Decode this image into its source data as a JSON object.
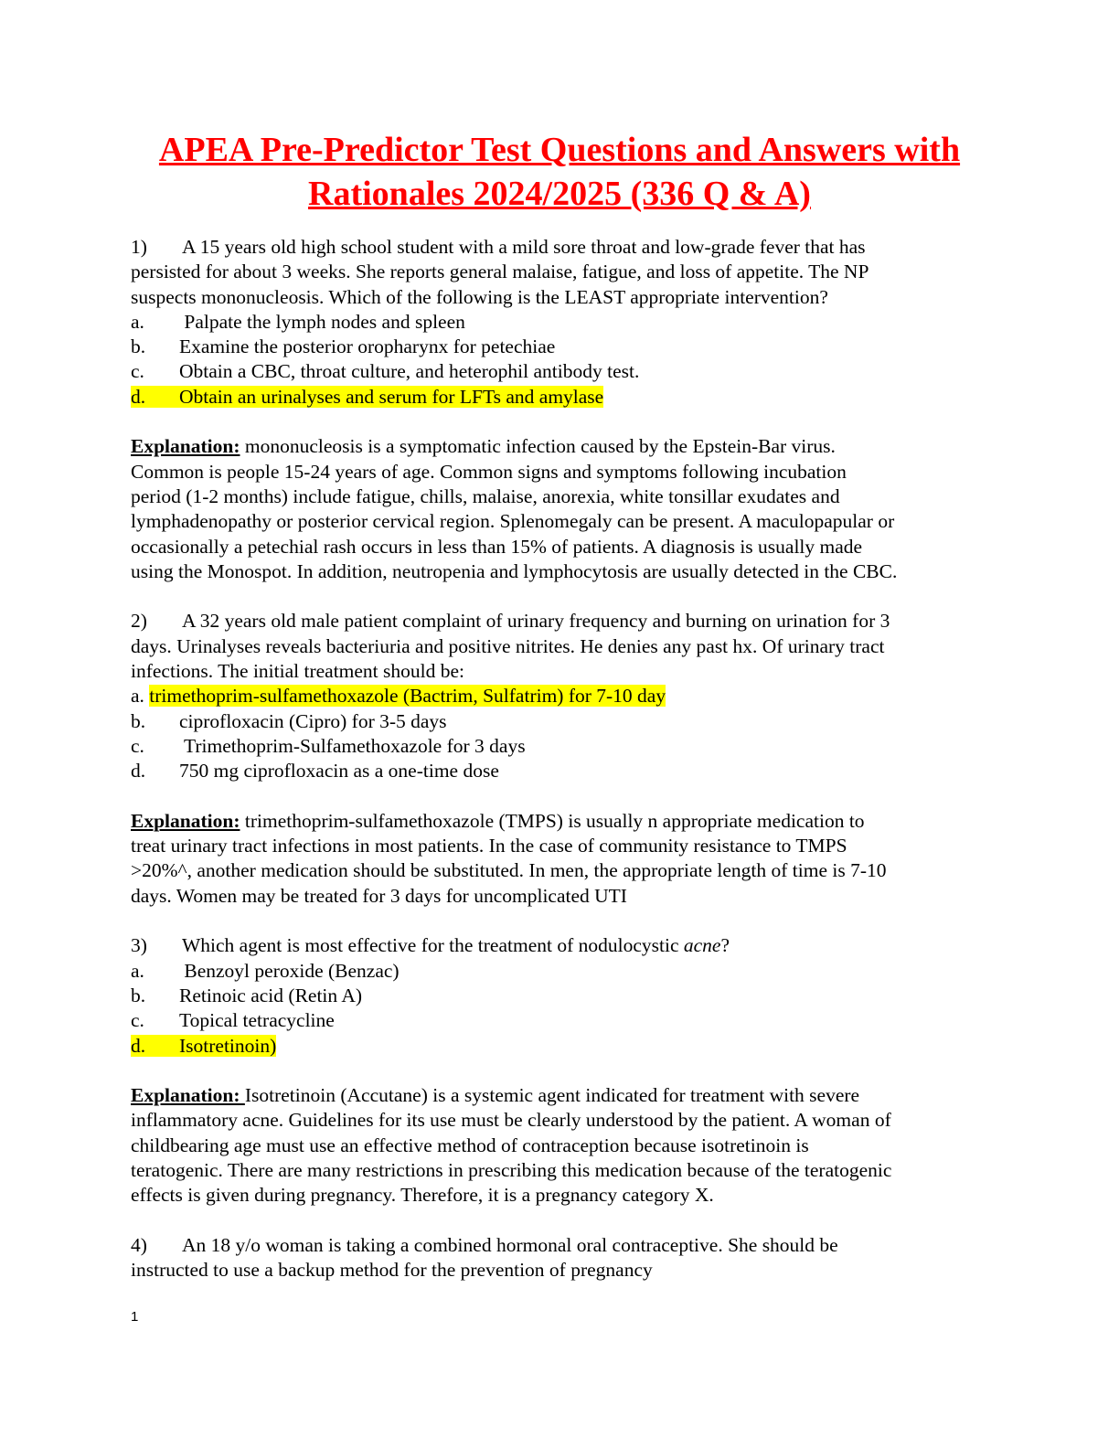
{
  "document": {
    "title_line1": "APEA Pre-Predictor Test Questions and Answers with ",
    "title_line2": "Rationales 2024/2025 (336 Q & A)",
    "page_number": "1"
  },
  "explanation_label": "Explanation:",
  "q1": {
    "number": "1)",
    "lines": [
      "A 15 years old high school student with a mild sore throat and low-grade fever that has",
      "persisted for about 3 weeks. She reports general malaise, fatigue, and loss of appetite. The NP",
      "suspects mononucleosis. Which of the following is the LEAST appropriate intervention?"
    ],
    "options": [
      {
        "letter": "a.",
        "text": " Palpate the lymph nodes and spleen"
      },
      {
        "letter": "b.",
        "text": "Examine the posterior oropharynx for petechiae"
      },
      {
        "letter": "c.",
        "text": "Obtain a CBC, throat culture, and heterophil antibody test."
      },
      {
        "letter": "d.",
        "text": "Obtain an urinalyses and serum for LFTs and amylase"
      }
    ],
    "explanation": [
      " mononucleosis is a symptomatic infection caused by the Epstein-Bar virus.",
      "Common is people 15-24 years of age.  Common signs and symptoms following incubation",
      "period (1-2 months) include fatigue, chills, malaise, anorexia, white tonsillar exudates and",
      "lymphadenopathy or posterior cervical region. Splenomegaly can be present. A maculopapular or",
      "occasionally a petechial rash occurs in less than 15% of patients. A diagnosis is usually made",
      "using the Monospot. In addition, neutropenia and lymphocytosis are usually detected in the CBC."
    ]
  },
  "q2": {
    "number": "2)",
    "lines": [
      "A 32 years old male patient complaint of urinary frequency and burning on urination for 3",
      "days. Urinalyses reveals bacteriuria and positive nitrites. He denies any past hx. Of urinary tract",
      "infections. The initial treatment should be:"
    ],
    "options": [
      {
        "letter": "a.",
        "text": "trimethoprim-sulfamethoxazole (Bactrim, Sulfatrim) for 7-10 day"
      },
      {
        "letter": "b.",
        "text": "ciprofloxacin (Cipro) for 3-5 days"
      },
      {
        "letter": "c.",
        "text": " Trimethoprim-Sulfamethoxazole for 3 days"
      },
      {
        "letter": "d.",
        "text": "750 mg ciprofloxacin as a one-time dose"
      }
    ],
    "explanation": [
      " trimethoprim-sulfamethoxazole (TMPS) is usually n appropriate medication to",
      "treat urinary tract infections in most patients.  In the case of community resistance to TMPS",
      ">20%^, another medication should be substituted. In men, the appropriate length of time is 7-10",
      "days. Women may be treated for 3 days for uncomplicated UTI"
    ]
  },
  "q3": {
    "number": "3)",
    "stem_before": "Which agent is most effective for the treatment of nodulocystic ",
    "stem_italic": "acne",
    "stem_after": "?",
    "options": [
      {
        "letter": "a.",
        "text": " Benzoyl peroxide (Benzac)"
      },
      {
        "letter": "b.",
        "text": "Retinoic acid (Retin A)"
      },
      {
        "letter": "c.",
        "text": "Topical tetracycline"
      },
      {
        "letter": "d.",
        "text": "Isotretinoin)"
      }
    ],
    "explanation": [
      "Isotretinoin (Accutane) is a systemic agent indicated for treatment with severe",
      "inflammatory acne. Guidelines for its use must be clearly understood by the patient. A woman of",
      "childbearing age must use an effective method of contraception because isotretinoin is",
      "teratogenic. There are many restrictions in prescribing this medication because of the teratogenic",
      "effects is given during pregnancy. Therefore, it is a pregnancy category X."
    ]
  },
  "q4": {
    "number": "4)",
    "lines": [
      "An 18 y/o woman is taking a combined hormonal oral contraceptive. She should be",
      "instructed to use a backup method for the prevention of pregnancy"
    ]
  },
  "colors": {
    "title": "#ff0000",
    "highlight": "#ffff00",
    "text": "#000000"
  }
}
